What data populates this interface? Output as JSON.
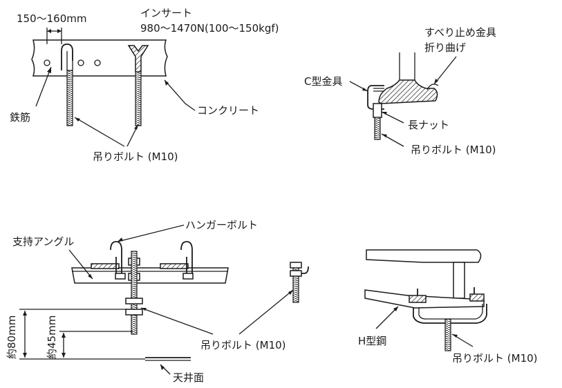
{
  "labels": {
    "pitch": "150〜160mm",
    "insert": "インサート",
    "insert_load": "980〜1470N(100〜150kgf)",
    "rebar": "鉄筋",
    "concrete": "コンクリート",
    "hanging_bolt": "吊りボルト (M10)",
    "slip_stopper_line1": "すべり止め金具",
    "slip_stopper_line2": "折り曲げ",
    "c_bracket": "C型金具",
    "long_nut": "長ナット",
    "hanger_bolt": "ハンガーボルト",
    "support_angle": "支持アングル",
    "approx_80": "約80mm",
    "approx_45": "約45mm",
    "ceiling": "天井面",
    "h_steel": "H型鋼"
  }
}
